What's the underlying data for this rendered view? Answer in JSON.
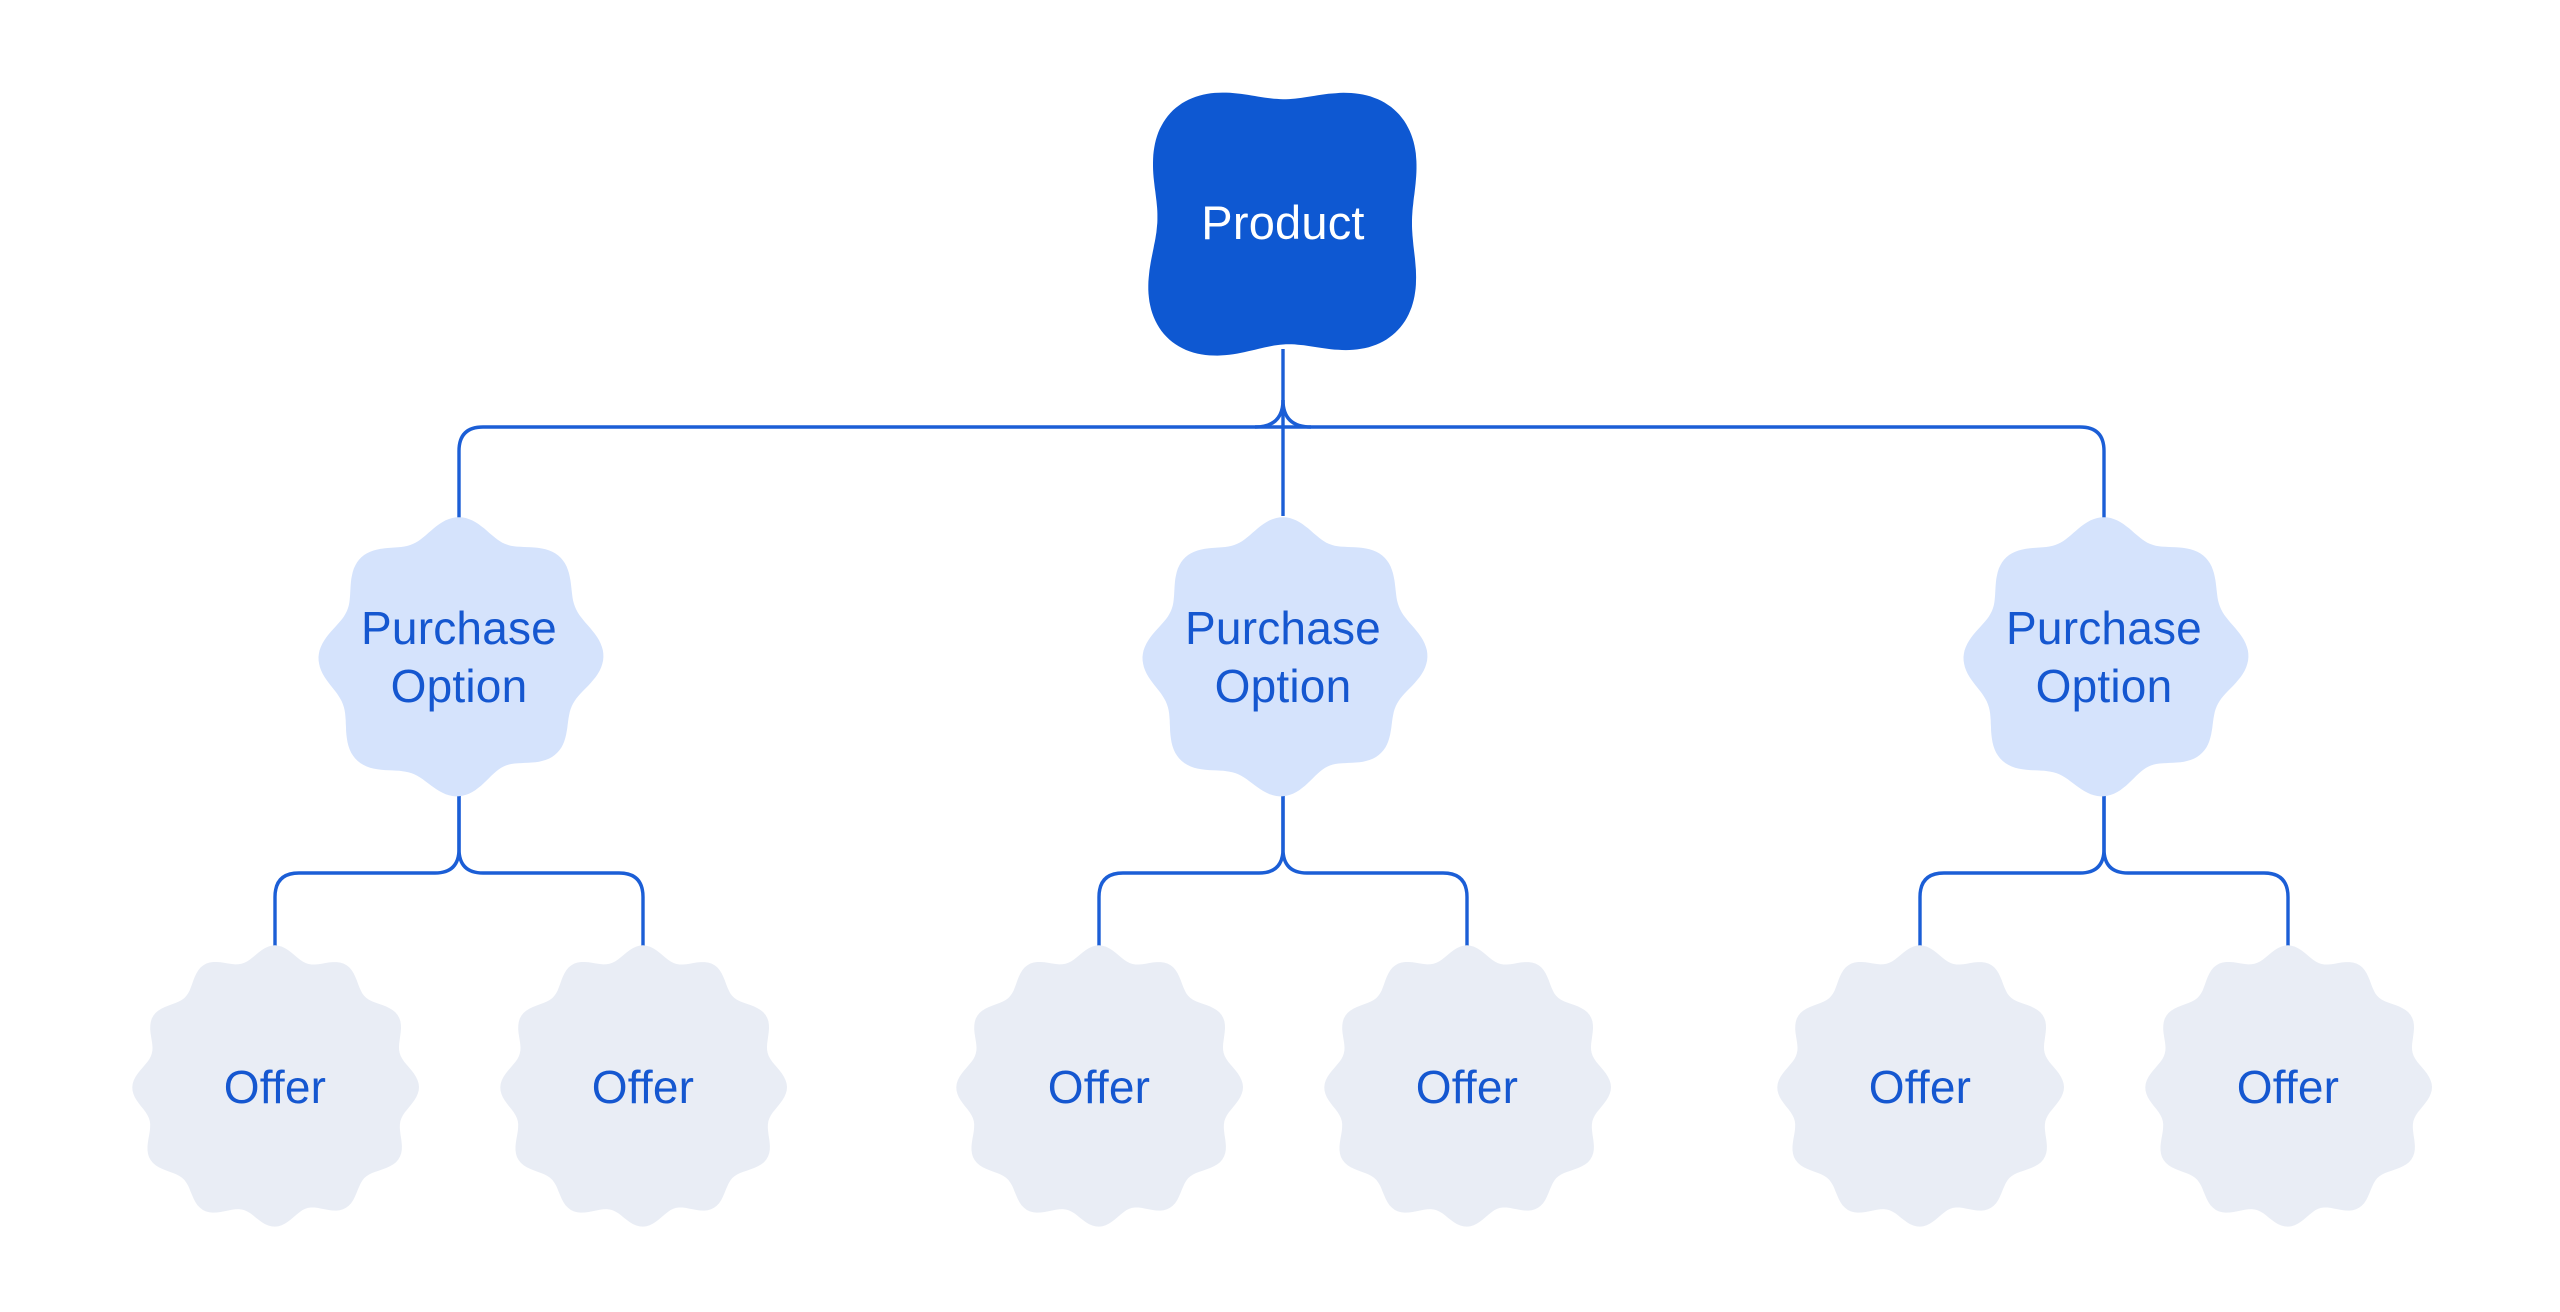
{
  "diagram": {
    "background": "#ffffff",
    "colors": {
      "root_fill": "#0e58d2",
      "root_text": "#ffffff",
      "option_fill": "#d5e3fc",
      "offer_fill": "#e9edf5",
      "label_text": "#1557d0",
      "connector": "#1b5ed6"
    },
    "nodes": {
      "root": {
        "label": "Product"
      },
      "purchase_options": [
        {
          "label": "Purchase Option"
        },
        {
          "label": "Purchase Option"
        },
        {
          "label": "Purchase Option"
        }
      ],
      "offers": [
        {
          "label": "Offer"
        },
        {
          "label": "Offer"
        },
        {
          "label": "Offer"
        },
        {
          "label": "Offer"
        },
        {
          "label": "Offer"
        },
        {
          "label": "Offer"
        }
      ]
    }
  }
}
